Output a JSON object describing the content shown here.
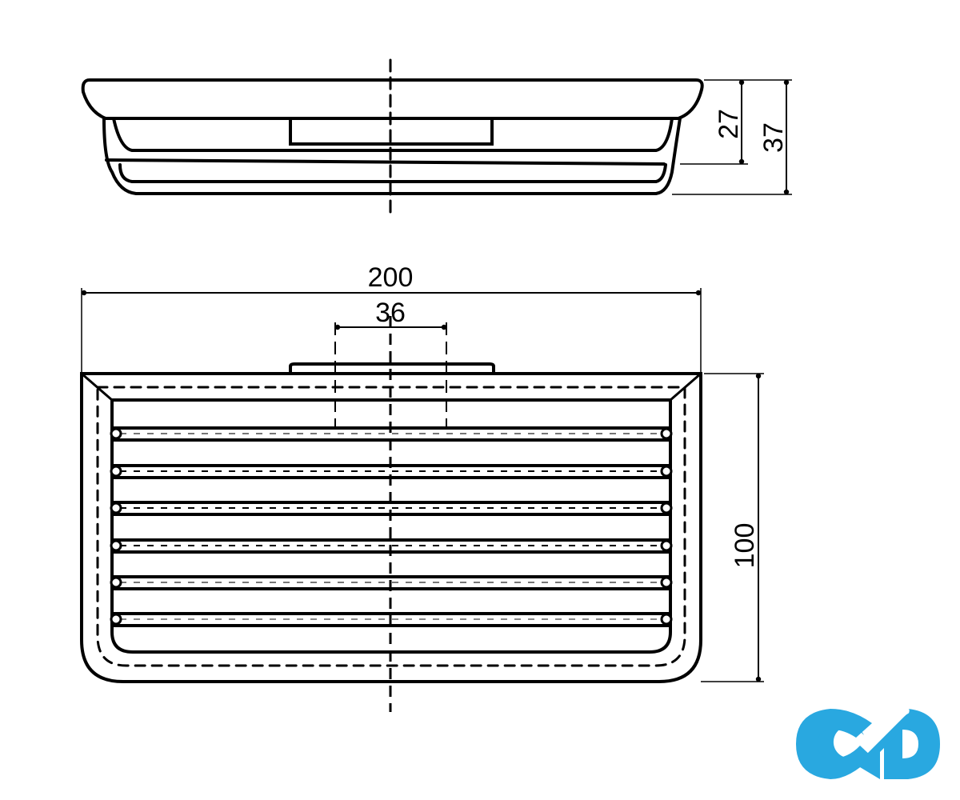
{
  "drawing": {
    "type": "technical-drawing",
    "subject": "soap dish with grille",
    "views": [
      "side-view",
      "top-view"
    ],
    "line_color": "#000000",
    "background": "#ffffff"
  },
  "dimensions": {
    "side_inner_height": "27",
    "side_total_height": "37",
    "overall_width": "200",
    "mount_width": "36",
    "overall_depth": "100"
  },
  "grille": {
    "bar_count": 6
  },
  "logo": {
    "name": "infinity-cd-logo",
    "color": "#29a8e0"
  }
}
